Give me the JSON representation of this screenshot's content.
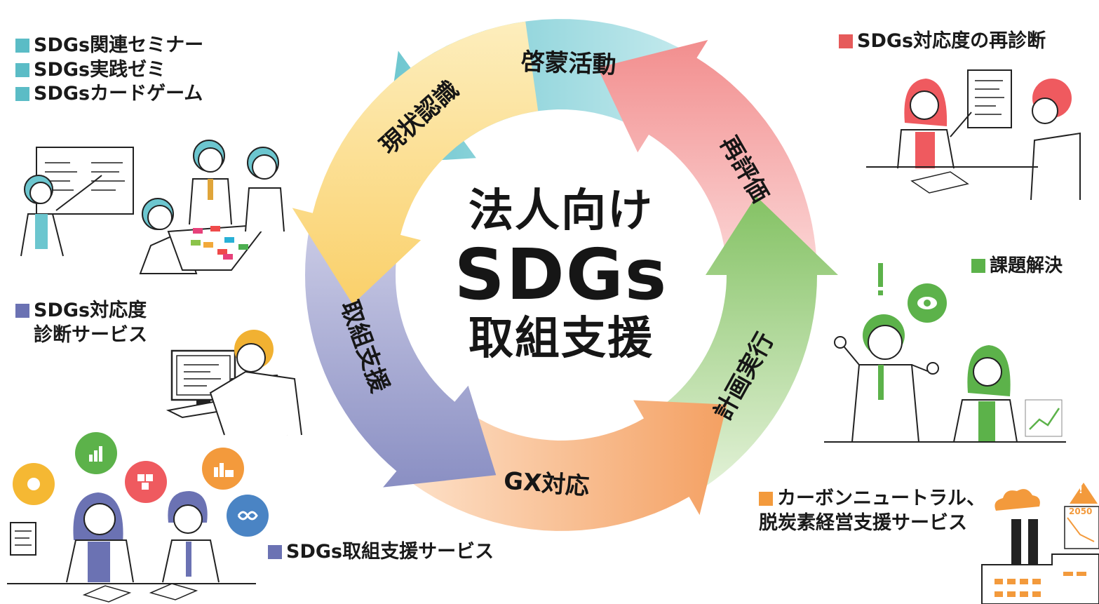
{
  "center": {
    "line1": "法人向け",
    "line2": "SDGs",
    "line3": "取組支援"
  },
  "cycle": [
    {
      "label": "啓蒙活動",
      "color": "#7ccbd3"
    },
    {
      "label": "再評価",
      "color": "#f29a9a"
    },
    {
      "label": "計画実行",
      "color": "#8cc66e"
    },
    {
      "label": "GX対応",
      "color": "#f5a467"
    },
    {
      "label": "取組支援",
      "color": "#8f93c5"
    },
    {
      "label": "現状認識",
      "color": "#fad26e"
    }
  ],
  "services": {
    "awareness": {
      "color": "#5bbcc6",
      "items": [
        "SDGs関連セミナー",
        "SDGs実践ゼミ",
        "SDGsカードゲーム"
      ]
    },
    "reassess": {
      "color": "#e65a5a",
      "items": [
        "SDGs対応度の再診断"
      ]
    },
    "solve": {
      "color": "#5cb24a",
      "items": [
        "課題解決"
      ]
    },
    "diagnosis": {
      "color": "#6b72b3",
      "line1": "SDGs対応度",
      "line2": "診断サービス"
    },
    "support": {
      "color": "#6b72b3",
      "items": [
        "SDGs取組支援サービス"
      ]
    },
    "carbon": {
      "color": "#f39a3c",
      "line1": "カーボンニュートラル、",
      "line2": "脱炭素経営支援サービス"
    }
  },
  "decor": {
    "year_badge": "2050",
    "alert_mark": "!"
  }
}
